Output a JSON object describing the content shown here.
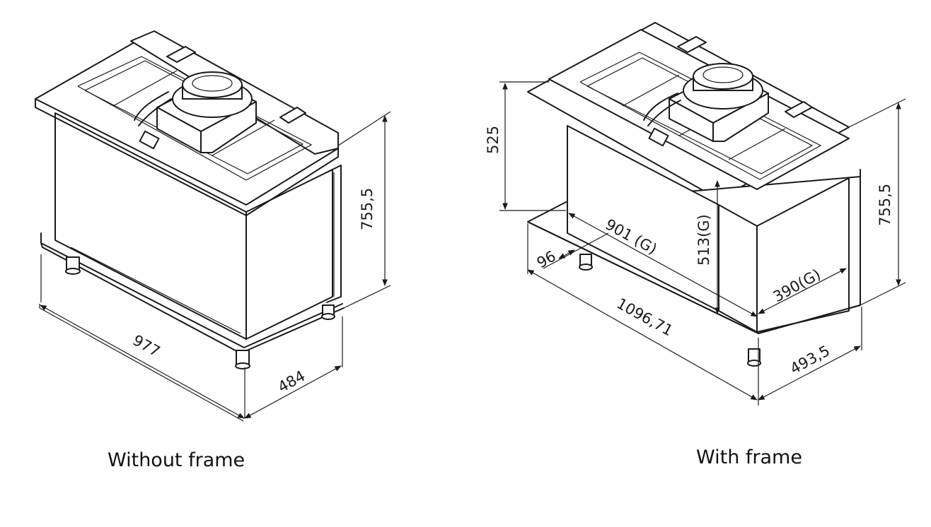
{
  "left_view": {
    "caption": "Without frame",
    "dims": {
      "width": "977",
      "depth": "484",
      "height": "755,5"
    }
  },
  "right_view": {
    "caption": "With frame",
    "dims": {
      "width": "1096,71",
      "depth": "493,5",
      "height": "755,5",
      "top_height": "525",
      "glass_width": "901 (G)",
      "glass_height": "513(G)",
      "glass_side": "390(G)",
      "offset": "96"
    }
  }
}
